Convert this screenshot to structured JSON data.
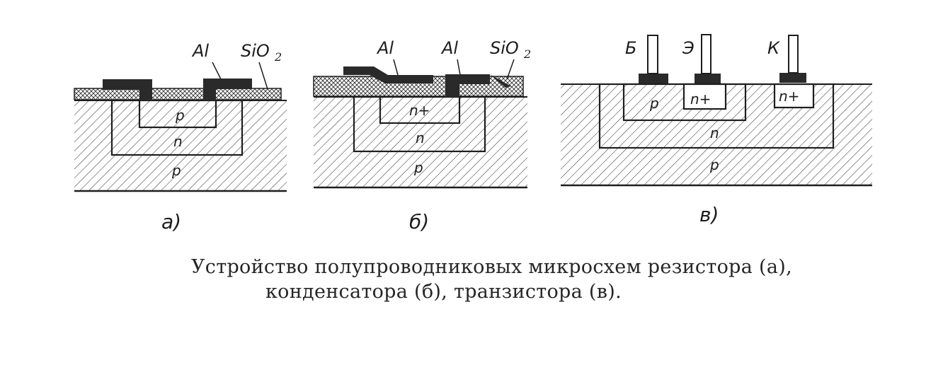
{
  "diagram_a": {
    "label_al": "Al",
    "label_sio2": "SiO",
    "label_sio2_sub": "2",
    "region_p_inner": "p",
    "region_n": "n",
    "region_p_substrate": "p",
    "caption": "а)"
  },
  "diagram_b": {
    "label_al_left": "Al",
    "label_al_right": "Al",
    "label_sio2": "SiO",
    "label_sio2_sub": "2",
    "region_n_plus": "n+",
    "region_n": "n",
    "region_p_substrate": "p",
    "caption": "б)"
  },
  "diagram_c": {
    "terminal_base": "Б",
    "terminal_emitter": "Э",
    "terminal_collector": "К",
    "region_p_base": "p",
    "region_n_plus_emitter": "n+",
    "region_n_plus_collector": "n+",
    "region_n": "n",
    "region_p_substrate": "p",
    "caption": "в)"
  },
  "caption": {
    "line1": "Устройство полупроводниковых микросхем резистора (а),",
    "line2": "конденсатора (б), транзистора (в)."
  },
  "colors": {
    "ink": "#1e1e1e",
    "metal": "#2a2a2a",
    "hatch": "#3a3a3a"
  }
}
